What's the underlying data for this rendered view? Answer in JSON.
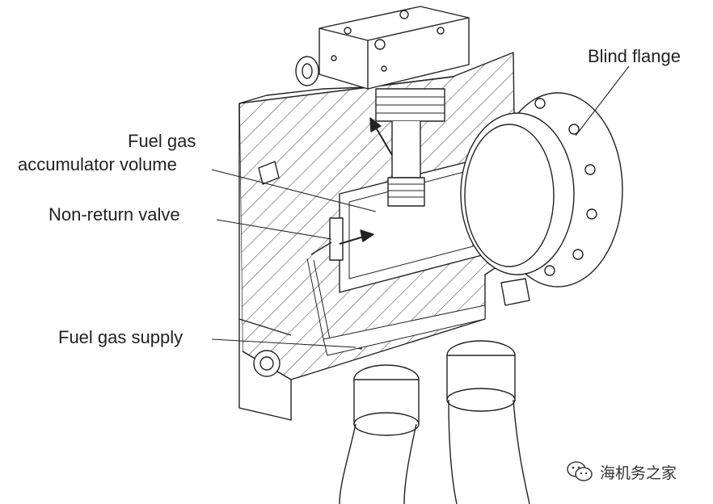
{
  "labels": {
    "blind_flange": "Blind flange",
    "accumulator_line1": "Fuel gas",
    "accumulator_line2": "accumulator volume",
    "non_return_valve": "Non-return valve",
    "fuel_gas_supply": "Fuel gas supply"
  },
  "watermark": {
    "text": "海机务之家",
    "icon": "wechat-icon"
  },
  "colors": {
    "line": "#222222",
    "hatch": "#555555",
    "background": "#ffffff"
  }
}
